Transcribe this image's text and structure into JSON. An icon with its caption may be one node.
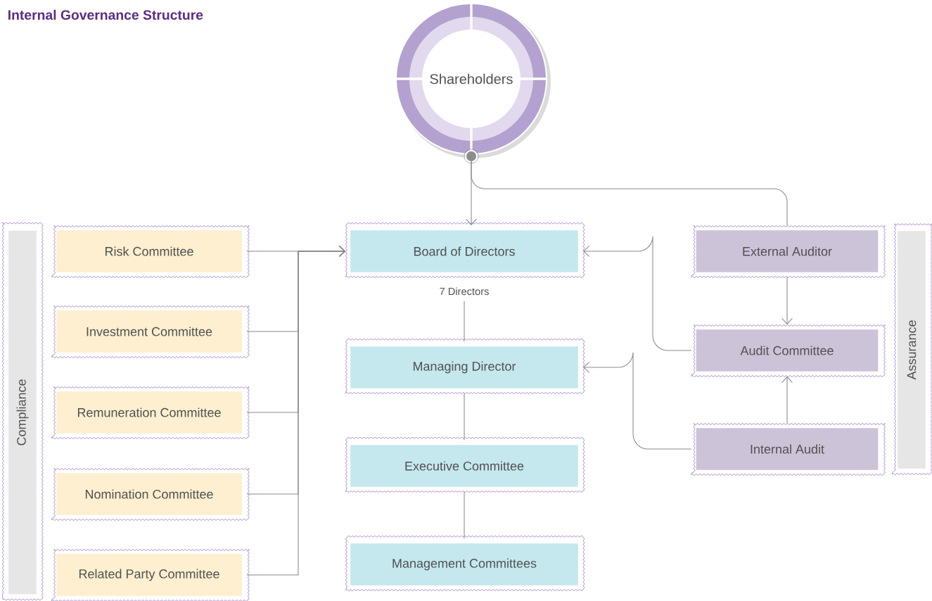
{
  "diagram": {
    "title": "Internal Governance Structure",
    "nodes": [
      {
        "text": [
          "Shareholders"
        ]
      },
      {
        "text": [
          "Compliance"
        ]
      },
      {
        "text": [
          "Risk Committee"
        ]
      },
      {
        "text": [
          "Investment Committee"
        ]
      },
      {
        "text": [
          "Remuneration Committee"
        ]
      },
      {
        "text": [
          "Nomination Committee"
        ]
      },
      {
        "text": [
          "Related Party Committee"
        ]
      },
      {
        "text": [
          "Board of Directors"
        ],
        "beside": [
          "7 Directors"
        ]
      },
      {
        "text": [
          "Managing Director"
        ]
      },
      {
        "text": [
          "Executive Committee"
        ]
      },
      {
        "text": [
          "Management Committees"
        ]
      },
      {
        "text": [
          "External Auditor"
        ]
      },
      {
        "text": [
          "Audit Committee"
        ]
      },
      {
        "text": [
          "Internal Audit"
        ]
      },
      {
        "text": [
          "Assurance"
        ]
      }
    ],
    "edges": [
      {
        "from": 0,
        "to": 7,
        "arrow": "to"
      },
      {
        "from": 0,
        "to": 11,
        "arrow": "none"
      },
      {
        "from": 2,
        "to": 7,
        "arrow": "to"
      },
      {
        "from": 3,
        "to": 7,
        "arrow": "to"
      },
      {
        "from": 4,
        "to": 7,
        "arrow": "to"
      },
      {
        "from": 5,
        "to": 7,
        "arrow": "to"
      },
      {
        "from": 6,
        "to": 7,
        "arrow": "to"
      },
      {
        "from": 7,
        "to": 8,
        "arrow": "none"
      },
      {
        "from": 8,
        "to": 9,
        "arrow": "none"
      },
      {
        "from": 9,
        "to": 10,
        "arrow": "none"
      },
      {
        "from": 11,
        "to": 12,
        "arrow": "to"
      },
      {
        "from": 13,
        "to": 12,
        "arrow": "to"
      },
      {
        "from": 12,
        "to": 7,
        "arrow": "to"
      },
      {
        "from": 13,
        "to": 8,
        "arrow": "to"
      }
    ]
  }
}
